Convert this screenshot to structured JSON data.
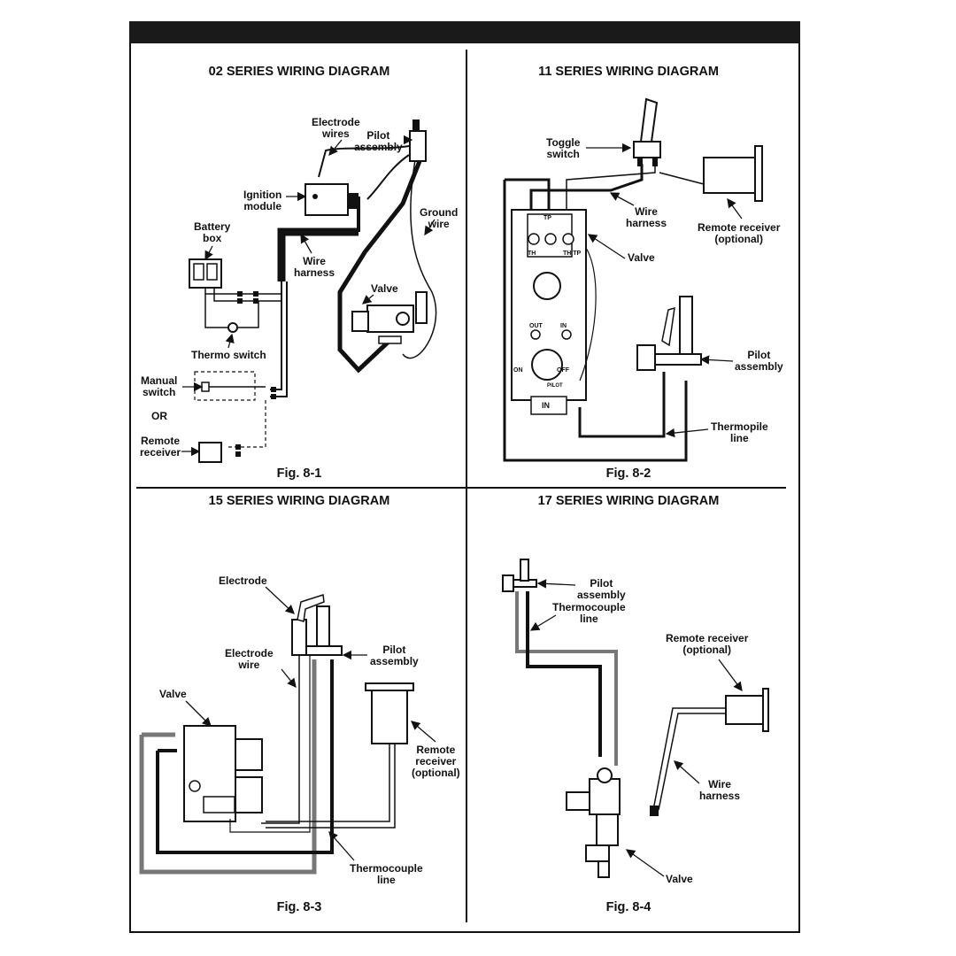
{
  "panels": [
    {
      "title": "02 SERIES WIRING DIAGRAM",
      "figure": "Fig. 8-1",
      "labels": {
        "electrode_wires_1": "Electrode",
        "electrode_wires_2": "wires",
        "pilot_assembly_1": "Pilot",
        "pilot_assembly_2": "assembly",
        "ignition_module_1": "Ignition",
        "ignition_module_2": "module",
        "ground_wire_1": "Ground",
        "ground_wire_2": "wire",
        "battery_box_1": "Battery",
        "battery_box_2": "box",
        "wire_harness_1": "Wire",
        "wire_harness_2": "harness",
        "valve": "Valve",
        "thermo_switch": "Thermo switch",
        "manual_switch_1": "Manual",
        "manual_switch_2": "switch",
        "or": "OR",
        "remote_receiver_1": "Remote",
        "remote_receiver_2": "receiver"
      }
    },
    {
      "title": "11 SERIES WIRING DIAGRAM",
      "figure": "Fig. 8-2",
      "labels": {
        "toggle_switch_1": "Toggle",
        "toggle_switch_2": "switch",
        "wire_harness_1": "Wire",
        "wire_harness_2": "harness",
        "remote_receiver_1": "Remote receiver",
        "remote_receiver_2": "(optional)",
        "valve": "Valve",
        "pilot_assembly_1": "Pilot",
        "pilot_assembly_2": "assembly",
        "thermopile_line_1": "Thermopile",
        "thermopile_line_2": "line",
        "valve_in": "IN",
        "valve_out": "OUT",
        "valve_in2": "IN",
        "valve_on": "ON",
        "valve_off": "OFF",
        "valve_pilot": "PILOT",
        "term_tp": "TP",
        "term_th": "TH",
        "term_thtp": "TH TP"
      }
    },
    {
      "title": "15 SERIES WIRING DIAGRAM",
      "figure": "Fig. 8-3",
      "labels": {
        "electrode": "Electrode",
        "electrode_wire_1": "Electrode",
        "electrode_wire_2": "wire",
        "pilot_assembly_1": "Pilot",
        "pilot_assembly_2": "assembly",
        "valve": "Valve",
        "remote_receiver_1": "Remote",
        "remote_receiver_2": "receiver",
        "remote_receiver_3": "(optional)",
        "thermocouple_line_1": "Thermocouple",
        "thermocouple_line_2": "line"
      }
    },
    {
      "title": "17 SERIES WIRING DIAGRAM",
      "figure": "Fig. 8-4",
      "labels": {
        "pilot_assembly_1": "Pilot",
        "pilot_assembly_2": "assembly",
        "thermocouple_line_1": "Thermocouple",
        "thermocouple_line_2": "line",
        "remote_receiver_1": "Remote receiver",
        "remote_receiver_2": "(optional)",
        "wire_harness_1": "Wire",
        "wire_harness_2": "harness",
        "valve": "Valve"
      }
    }
  ]
}
